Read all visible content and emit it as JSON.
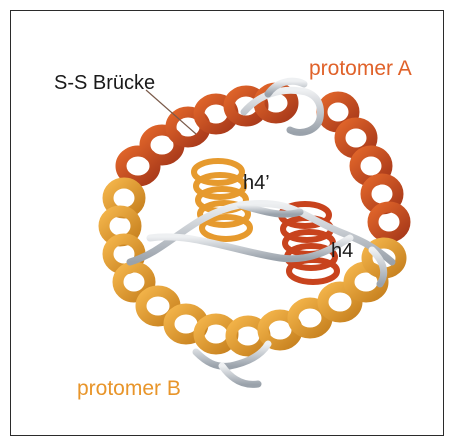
{
  "figure": {
    "labels": {
      "disulfide_bridge": "S-S Brücke",
      "protomer_a": "protomer A",
      "protomer_b": "protomer B",
      "helix_h4_prime": "h4’",
      "helix_h4": "h4"
    }
  },
  "colors": {
    "label_text": "#1a1a1a",
    "protomer_label": "#e8952a",
    "protomer_a_helix": "#d0521f",
    "protomer_a_helix_dark": "#9a3412",
    "protomer_b_helix": "#eda232",
    "protomer_b_helix_dark": "#b5701a",
    "coil": "#c8cdd3",
    "coil_edge": "#8c949e",
    "frame": "#2b2b2b"
  }
}
